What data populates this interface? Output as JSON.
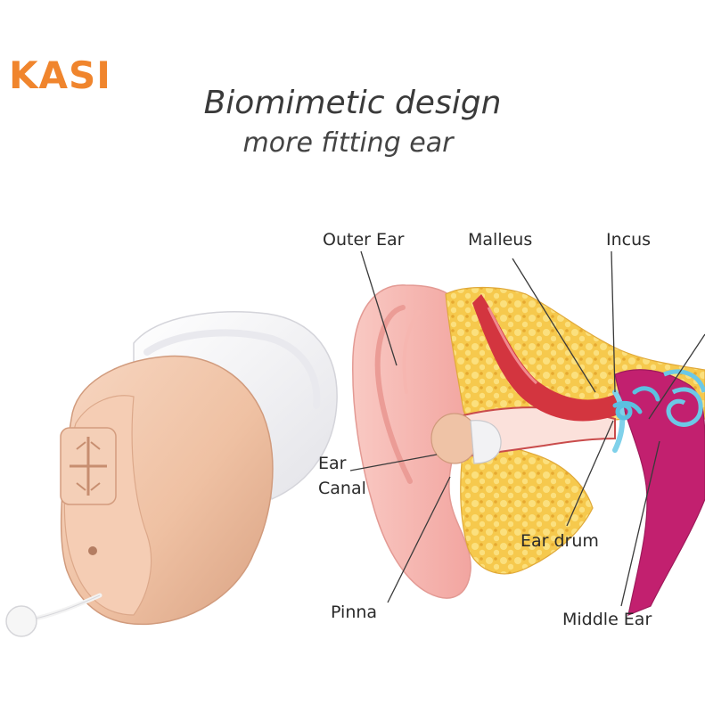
{
  "brand": {
    "logo_text": "KASI",
    "color": "#f0852d"
  },
  "heading": {
    "title": "Biomimetic design",
    "subtitle": "more fitting ear"
  },
  "labels": {
    "outer_ear": "Outer Ear",
    "malleus": "Malleus",
    "incus": "Incus",
    "ear": "Ear",
    "canal": "Canal",
    "ear_drum": "Ear drum",
    "pinna": "Pinna",
    "middle_ear": "Middle Ear"
  },
  "colors": {
    "device_shell": "#f2c7ab",
    "eartip": "#ffffff",
    "skin": "#f6b9b2",
    "bone": "#f5c74f",
    "canal_tissue": "#d3353f",
    "cochlea": "#6cc8e6"
  }
}
